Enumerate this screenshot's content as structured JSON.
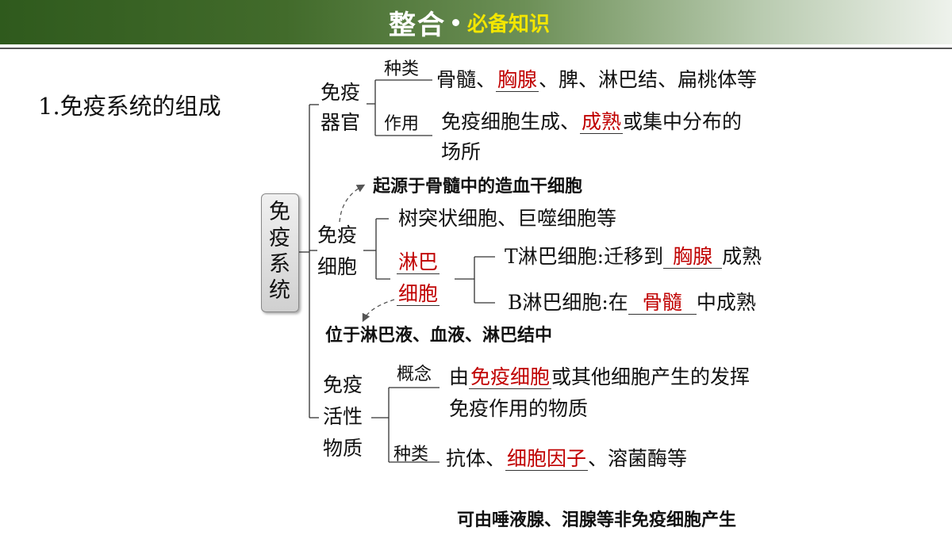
{
  "header": {
    "title": "整合",
    "subtitle": "必备知识"
  },
  "section_title": "1.免疫系统的组成",
  "root_label": [
    "免",
    "疫",
    "系",
    "统"
  ],
  "organs": {
    "label_line1": "免疫",
    "label_line2": "器官",
    "type_label": "种类",
    "type_pre": "骨髓、",
    "type_blank": "胸腺",
    "type_post": "、脾、淋巴结、扁桃体等",
    "function_label": "作用",
    "function_pre": "免疫细胞生成、",
    "function_blank": "成熟",
    "function_post": "或集中分布的",
    "function_line2": "场所"
  },
  "cells": {
    "label_line1": "免疫",
    "label_line2": "细胞",
    "origin_note": "起源于骨髓中的造血干细胞",
    "other_cells": "树突状细胞、巨噬细胞等",
    "lymph_line1": "淋巴",
    "lymph_line2": "细胞",
    "t_cell_pre": "T淋巴细胞:迁移到",
    "t_cell_blank": "胸腺",
    "t_cell_post": "成熟",
    "b_cell_pre": "B淋巴细胞:在",
    "b_cell_blank": "骨髓",
    "b_cell_post": "中成熟",
    "location_note": "位于淋巴液、血液、淋巴结中"
  },
  "substances": {
    "label_line1": "免疫",
    "label_line2": "活性",
    "label_line3": "物质",
    "concept_label": "概念",
    "concept_pre": "由",
    "concept_blank": "免疫细胞",
    "concept_post": "或其他细胞产生的发挥",
    "concept_line2": "免疫作用的物质",
    "type_label": "种类",
    "type_pre": "抗体、",
    "type_blank": "细胞因子",
    "type_post": "、溶菌酶等",
    "origin_note": "可由唾液腺、泪腺等非免疫细胞产生"
  },
  "colors": {
    "header_green": "#2f5a1d",
    "header_accent": "#f3e600",
    "answer_red": "#c00000"
  }
}
